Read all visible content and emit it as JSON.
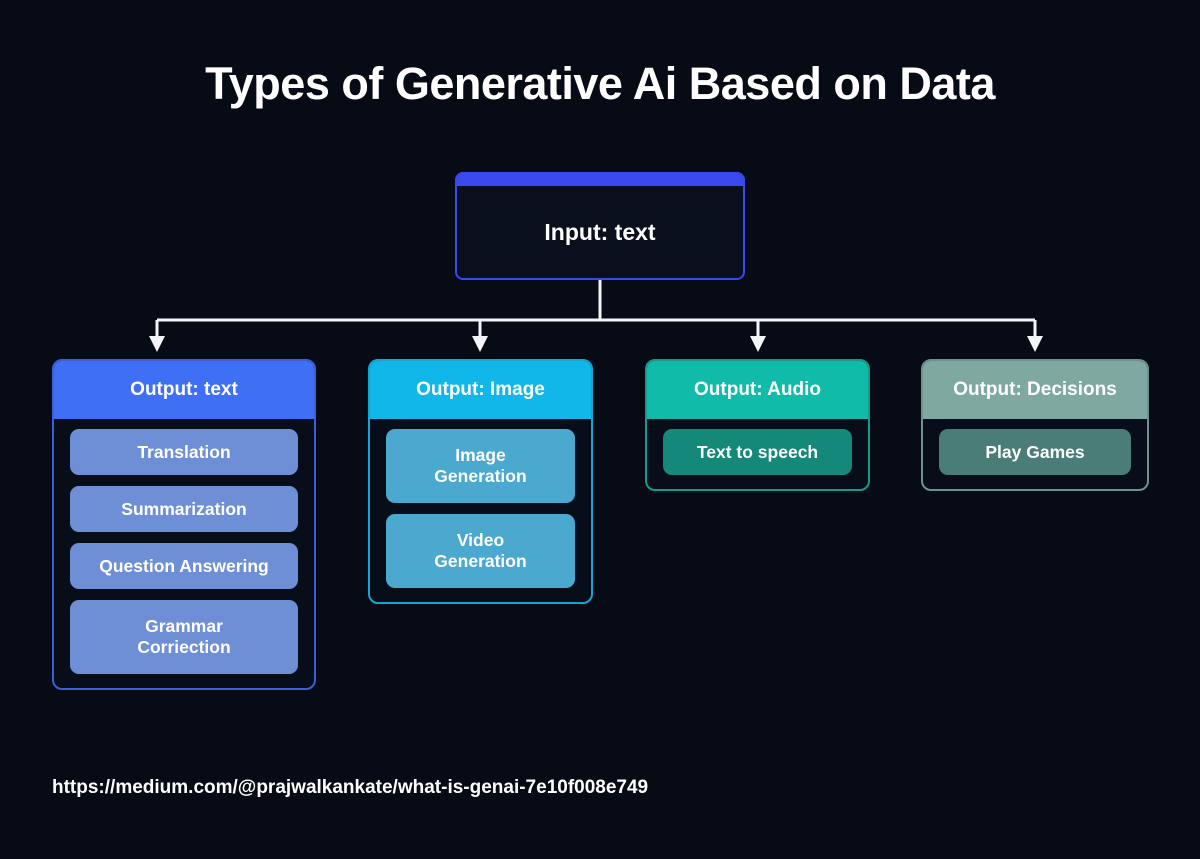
{
  "page": {
    "title": "Types of Generative Ai Based on Data",
    "background_color": "#070b16",
    "source_url": "https://medium.com/@prajwalkankate/what-is-genai-7e10f008e749"
  },
  "diagram": {
    "type": "tree",
    "connector_color": "#f2f4f8",
    "root": {
      "label": "Input: text",
      "accent_color": "#3b49f0",
      "border_color": "#3b49f0",
      "body_color": "#0a0f1d"
    },
    "branches": [
      {
        "id": "text",
        "header": "Output: text",
        "header_color": "#3f6ff5",
        "border_color": "#3b5fd8",
        "pill_color": "#6e8fd6",
        "items": [
          {
            "label": "Translation",
            "lines": 1
          },
          {
            "label": "Summarization",
            "lines": 1
          },
          {
            "label": "Question Answering",
            "lines": 1
          },
          {
            "label": "Grammar\nCorriection",
            "lines": 2
          }
        ]
      },
      {
        "id": "image",
        "header": "Output: Image",
        "header_color": "#10b7e8",
        "border_color": "#12a7d2",
        "pill_color": "#4ba8ce",
        "items": [
          {
            "label": "Image\nGeneration",
            "lines": 2
          },
          {
            "label": "Video\nGeneration",
            "lines": 2
          }
        ]
      },
      {
        "id": "audio",
        "header": "Output: Audio",
        "header_color": "#10bba9",
        "border_color": "#119c8c",
        "pill_color": "#14897a",
        "items": [
          {
            "label": "Text to speech",
            "lines": 1
          }
        ]
      },
      {
        "id": "decisions",
        "header": "Output: Decisions",
        "header_color": "#7fa8a1",
        "border_color": "#6f918c",
        "pill_color": "#4a7d77",
        "items": [
          {
            "label": "Play Games",
            "lines": 1
          }
        ]
      }
    ]
  }
}
